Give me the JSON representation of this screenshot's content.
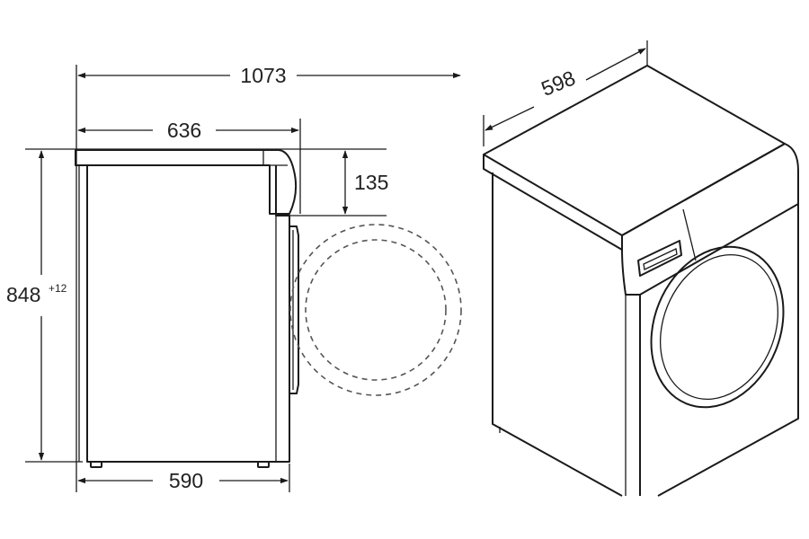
{
  "dimensions": {
    "overall_depth": "1073",
    "depth": "636",
    "door_height": "135",
    "height": "848",
    "height_tolerance": "+12",
    "foot_spacing": "590",
    "width": "598"
  },
  "colors": {
    "line": "#1a1a1a",
    "dashed": "#555555",
    "background": "#ffffff"
  }
}
